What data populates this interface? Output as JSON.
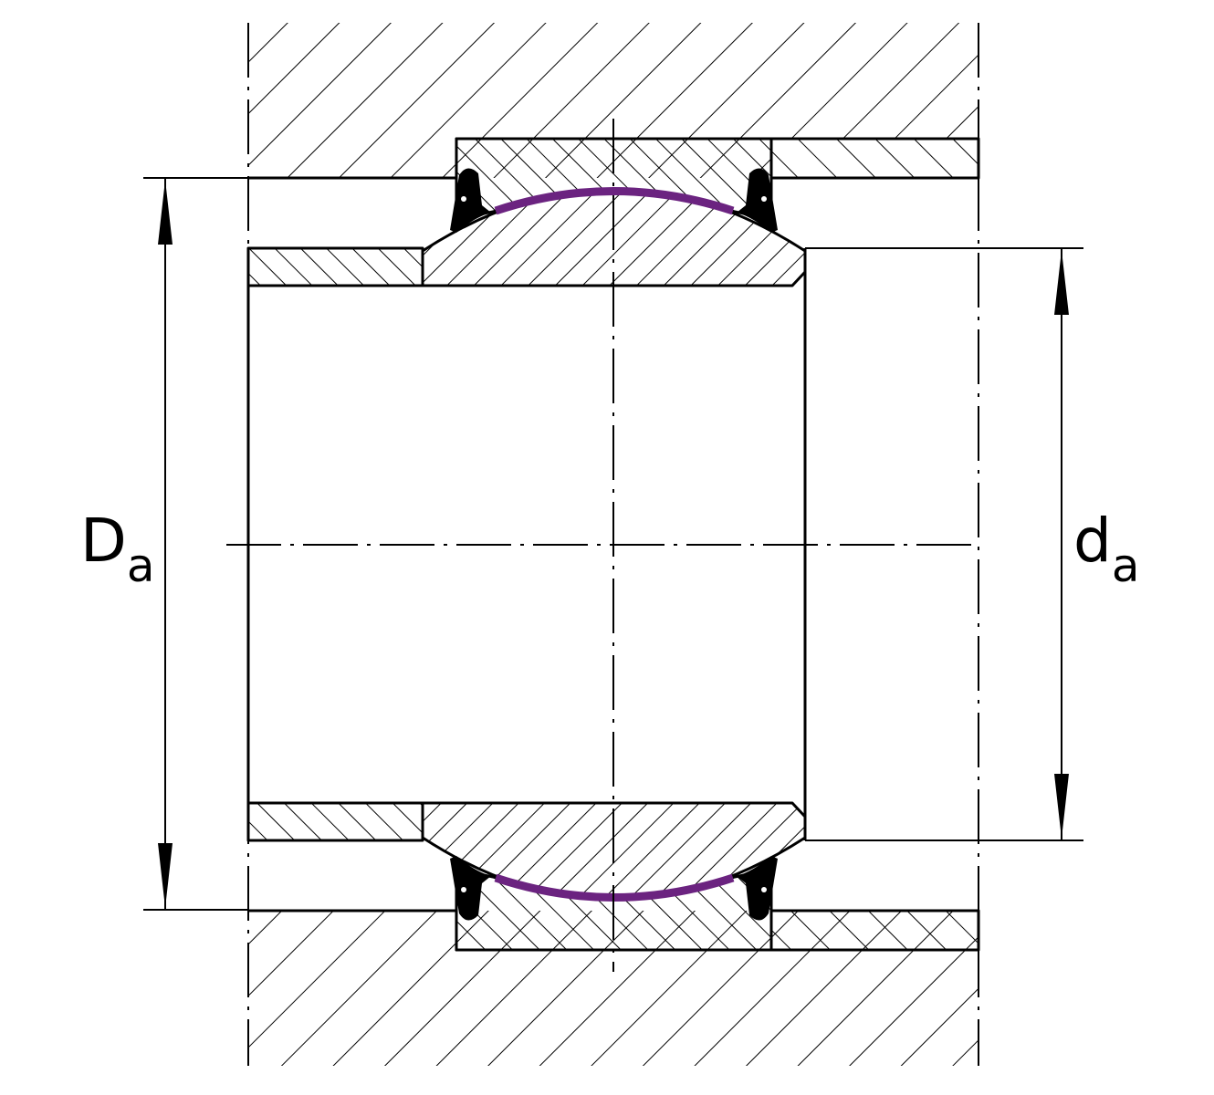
{
  "diagram": {
    "type": "spherical plain bearing mounting cross-section",
    "colors": {
      "line": "#000000",
      "sliding_layer": "#6b2380",
      "background": "#ffffff"
    },
    "dimensions": {
      "housing_shoulder": {
        "symbol": "D",
        "subscript": "a"
      },
      "shaft_shoulder": {
        "symbol": "d",
        "subscript": "a"
      }
    }
  }
}
